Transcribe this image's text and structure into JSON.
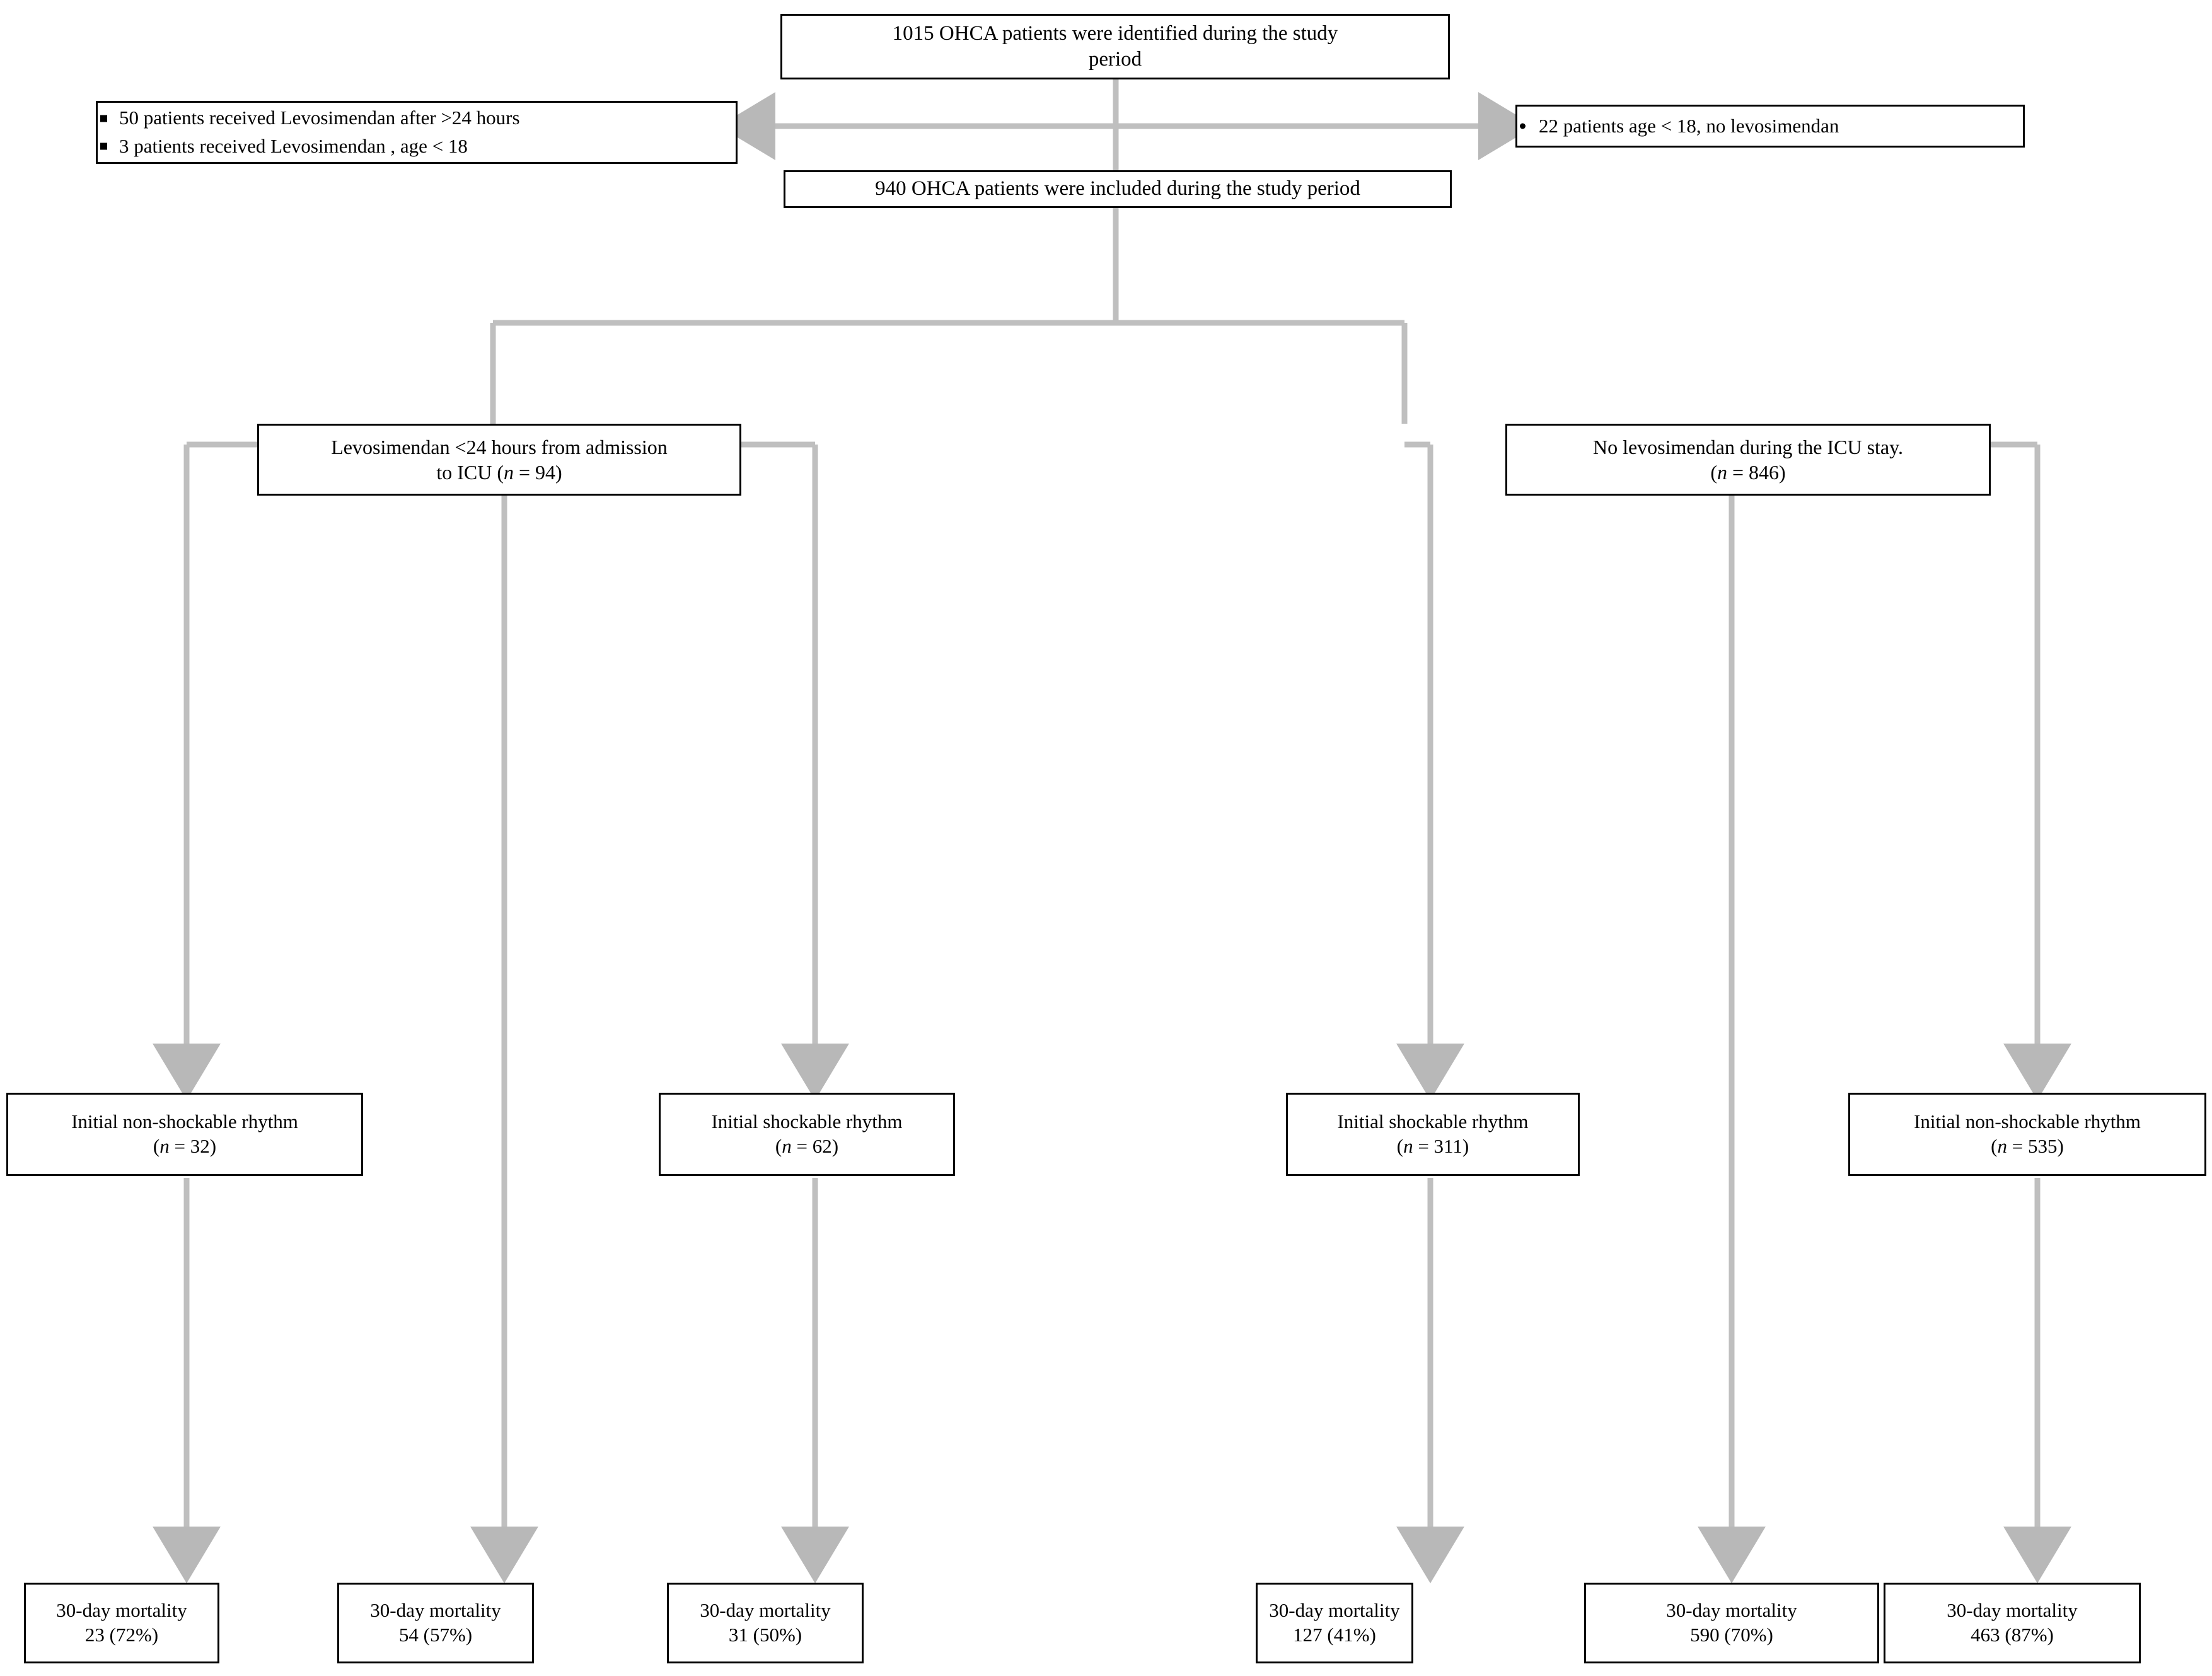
{
  "figure": {
    "type": "flowchart",
    "title": "OHCA patient study flow diagram",
    "colors": {
      "box_border": "#000000",
      "box_fill": "#ffffff",
      "connector": "#bfbfbf",
      "text": "#000000"
    }
  },
  "nodes": {
    "identified": {
      "line1": "1015 OHCA patients were identified  during the study",
      "line2": "period"
    },
    "included": {
      "line1": "940  OHCA patients were included during the study period"
    },
    "excluded_left": {
      "bullets": [
        "50 patients received Levosimendan after >24 hours",
        "3 patients received Levosimendan , age < 18"
      ]
    },
    "excluded_right": {
      "bullets": [
        "22 patients  age < 18, no levosimendan"
      ]
    },
    "levo_group": {
      "line1": "Levosimendan <24 hours from admission",
      "line2_pre": "to ICU (",
      "line2_n": "n",
      "line2_post": " = 94)"
    },
    "nolevo_group": {
      "line1": "No levosimendan during the ICU stay.",
      "line2_pre": "(",
      "line2_n": "n",
      "line2_post": " = 846)"
    },
    "rhythm": [
      {
        "label": "Initial non-shockable rhythm",
        "n_pre": "(",
        "n_italic": "n",
        "n_post": " = 32)",
        "count": 32
      },
      {
        "label": "Initial shockable rhythm",
        "n_pre": "(",
        "n_italic": "n",
        "n_post": " = 62)",
        "count": 62
      },
      {
        "label": "Initial shockable rhythm",
        "n_pre": "(",
        "n_italic": "n",
        "n_post": " = 311)",
        "count": 311
      },
      {
        "label": "Initial non-shockable rhythm",
        "n_pre": "(",
        "n_italic": "n",
        "n_post": " = 535)",
        "count": 535
      }
    ],
    "mortality": [
      {
        "label": "30-day mortality",
        "value": "23 (72%)",
        "deaths": 23,
        "percent": 72
      },
      {
        "label": "30-day mortality",
        "value": "54 (57%)",
        "deaths": 54,
        "percent": 57
      },
      {
        "label": "30-day mortality",
        "value": "31 (50%)",
        "deaths": 31,
        "percent": 50
      },
      {
        "label": "30-day mortality",
        "value": "127 (41%)",
        "deaths": 127,
        "percent": 41
      },
      {
        "label": "30-day mortality",
        "value": "590 (70%)",
        "deaths": 590,
        "percent": 70
      },
      {
        "label": "30-day mortality",
        "value": "463 (87%)",
        "deaths": 463,
        "percent": 87
      }
    ]
  }
}
